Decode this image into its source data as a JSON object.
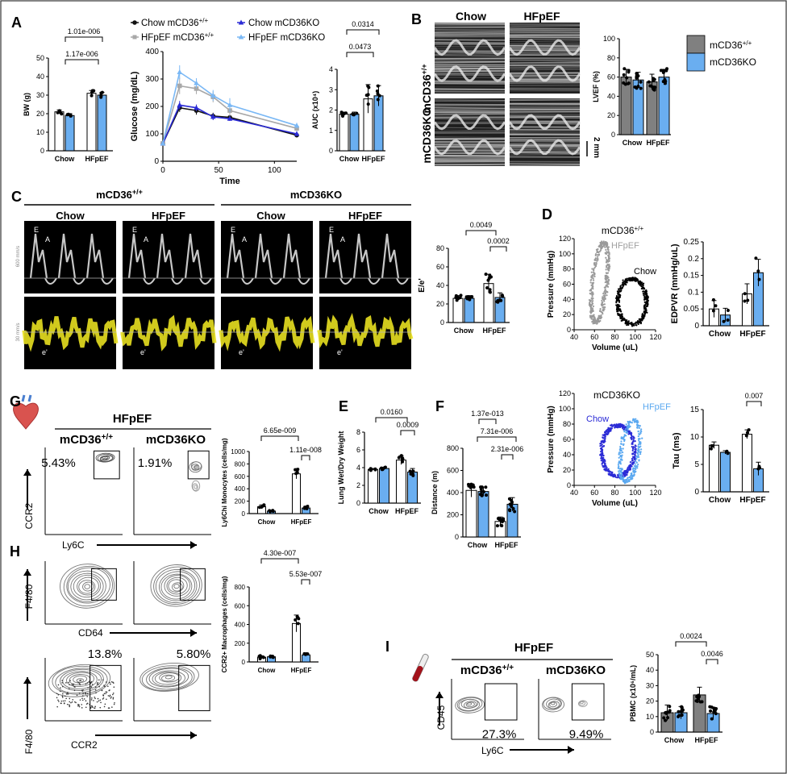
{
  "colors": {
    "wt": "#808080",
    "ko": "#6aaef0",
    "wt_light": "#a8a8a8",
    "ko_line": "#2b2bd6",
    "hf_ko_line": "#7ab8f5",
    "chow_wt": "#111111",
    "yellow": "#e8e020"
  },
  "panels": {
    "A": "A",
    "B": "B",
    "C": "C",
    "D": "D",
    "E": "E",
    "F": "F",
    "G": "G",
    "H": "H",
    "I": "I"
  },
  "common": {
    "chow": "Chow",
    "hfpef": "HFpEF",
    "wt": "mCD36+/+",
    "ko": "mCD36KO",
    "scale_bar": "2 mm"
  },
  "panel_c": {
    "wt_header": "mCD36+/+",
    "ko_header": "mCD36KO",
    "wave_E": "E",
    "wave_A": "A",
    "tissue_e": "e'",
    "scale_top": "600 mm/s",
    "scale_bottom": "30 mm/s"
  },
  "panel_d": {
    "top_title": "mCD36+/+",
    "bottom_title": "mCD36KO",
    "hf_label": "HFpEF",
    "chow_label": "Chow"
  },
  "panel_g": {
    "header": "HFpEF",
    "pct_wt": "5.43%",
    "pct_ko": "1.91%",
    "xaxis": "Ly6C",
    "yaxis": "CCR2"
  },
  "panel_h": {
    "xaxis_top": "CD64",
    "yaxis_top": "F4/80",
    "pct_wt": "13.8%",
    "pct_ko": "5.80%",
    "xaxis_bottom": "CCR2",
    "yaxis_bottom": "F4/80"
  },
  "panel_i": {
    "header": "HFpEF",
    "pct_wt": "27.3%",
    "pct_ko": "9.49%",
    "xaxis": "Ly6C",
    "yaxis": "CD45"
  },
  "chart_data": [
    {
      "id": "A-bw",
      "type": "bar",
      "categories": [
        "Chow",
        "HFpEF"
      ],
      "series": [
        {
          "name": "mCD36+/+",
          "values": [
            21,
            31
          ]
        },
        {
          "name": "mCD36KO",
          "values": [
            19,
            30
          ]
        }
      ],
      "errors": [
        [
          1,
          1.5
        ],
        [
          1,
          1.5
        ]
      ],
      "ylabel": "BW (g)",
      "ylim": [
        0,
        50
      ],
      "yticks": [
        0,
        10,
        20,
        30,
        40,
        50
      ],
      "pvalues": [
        "1.17e-006",
        "1.01e-006"
      ]
    },
    {
      "id": "A-gtt",
      "type": "line",
      "x": [
        0,
        15,
        30,
        45,
        60,
        120
      ],
      "series": [
        {
          "name": "Chow mCD36+/+",
          "values": [
            65,
            195,
            185,
            165,
            160,
            95
          ],
          "err": [
            5,
            15,
            15,
            12,
            8,
            8
          ]
        },
        {
          "name": "HFpEF mCD36+/+",
          "values": [
            65,
            275,
            265,
            235,
            185,
            120
          ],
          "err": [
            8,
            30,
            20,
            20,
            22,
            10
          ]
        },
        {
          "name": "Chow mCD36KO",
          "values": [
            65,
            205,
            195,
            162,
            155,
            100
          ],
          "err": [
            5,
            15,
            12,
            12,
            8,
            8
          ]
        },
        {
          "name": "HFpEF mCD36KO",
          "values": [
            65,
            325,
            285,
            240,
            205,
            130
          ],
          "err": [
            8,
            25,
            18,
            20,
            25,
            10
          ]
        }
      ],
      "xlabel": "Time",
      "ylabel": "Glucose (mg/dL)",
      "xlim": [
        0,
        120
      ],
      "ylim": [
        0,
        400
      ],
      "xticks": [
        0,
        50,
        100
      ],
      "yticks": [
        0,
        100,
        200,
        300,
        400
      ]
    },
    {
      "id": "A-auc",
      "type": "bar",
      "categories": [
        "Chow",
        "HFpEF"
      ],
      "series": [
        {
          "name": "mCD36+/+",
          "values": [
            1.8,
            2.55
          ]
        },
        {
          "name": "mCD36KO",
          "values": [
            1.8,
            2.7
          ]
        }
      ],
      "errors": [
        [
          0.1,
          0.7
        ],
        [
          0.1,
          0.5
        ]
      ],
      "ylabel": "AUC (x10⁴)",
      "ylim": [
        0,
        4
      ],
      "yticks": [
        0,
        1,
        2,
        3,
        4
      ],
      "pvalues": [
        "0.0473",
        "0.0314"
      ]
    },
    {
      "id": "B-lvef",
      "type": "bar",
      "categories": [
        "Chow",
        "HFpEF"
      ],
      "series": [
        {
          "name": "mCD36+/+",
          "values": [
            60,
            55
          ]
        },
        {
          "name": "mCD36KO",
          "values": [
            57,
            60
          ]
        }
      ],
      "errors": [
        [
          8,
          8
        ],
        [
          8,
          8
        ]
      ],
      "ylabel": "LVEF (%)",
      "ylim": [
        0,
        100
      ],
      "yticks": [
        0,
        20,
        40,
        60,
        80,
        100
      ],
      "pvalues": []
    },
    {
      "id": "C-ee",
      "type": "bar",
      "categories": [
        "Chow",
        "HFpEF"
      ],
      "series": [
        {
          "name": "mCD36+/+",
          "values": [
            26,
            42
          ]
        },
        {
          "name": "mCD36KO",
          "values": [
            26,
            27
          ]
        }
      ],
      "errors": [
        [
          3,
          10
        ],
        [
          3,
          5
        ]
      ],
      "ylabel": "E/e'",
      "ylim": [
        0,
        80
      ],
      "yticks": [
        0,
        20,
        40,
        60,
        80
      ],
      "pvalues": [
        "0.0049",
        "0.0002"
      ]
    },
    {
      "id": "D-pv-wt",
      "type": "scatter",
      "xlabel": "Volume (uL)",
      "ylabel": "Pressure (mmHg)",
      "xlim": [
        40,
        120
      ],
      "ylim": [
        0,
        120
      ],
      "xticks": [
        40,
        60,
        80,
        100,
        120
      ],
      "yticks": [
        0,
        20,
        40,
        60,
        80,
        100,
        120
      ]
    },
    {
      "id": "D-edpvr",
      "type": "bar",
      "categories": [
        "Chow",
        "HFpEF"
      ],
      "series": [
        {
          "name": "mCD36+/+",
          "values": [
            0.05,
            0.095
          ]
        },
        {
          "name": "mCD36KO",
          "values": [
            0.032,
            0.158
          ]
        }
      ],
      "errors": [
        [
          0.025,
          0.03
        ],
        [
          0.02,
          0.04
        ]
      ],
      "ylabel": "EDPVR (mmHg/uL)",
      "ylim": [
        0,
        0.25
      ],
      "yticks": [
        0,
        0.05,
        0.1,
        0.15,
        0.2,
        0.25
      ],
      "pvalues": []
    },
    {
      "id": "D-pv-ko",
      "type": "scatter",
      "xlabel": "Volume (uL)",
      "ylabel": "Pressure (mmHg)",
      "xlim": [
        40,
        120
      ],
      "ylim": [
        0,
        120
      ],
      "xticks": [
        40,
        60,
        80,
        100,
        120
      ],
      "yticks": [
        0,
        20,
        40,
        60,
        80,
        100,
        120
      ]
    },
    {
      "id": "D-tau",
      "type": "bar",
      "categories": [
        "Chow",
        "HFpEF"
      ],
      "series": [
        {
          "name": "mCD36+/+",
          "values": [
            8.5,
            10.5
          ]
        },
        {
          "name": "mCD36KO",
          "values": [
            7.2,
            4.2
          ]
        }
      ],
      "errors": [
        [
          0.6,
          0.8
        ],
        [
          0.3,
          1.2
        ]
      ],
      "ylabel": "Tau (ms)",
      "ylim": [
        0,
        15
      ],
      "yticks": [
        0,
        5,
        10,
        15
      ],
      "pvalues": [
        "0.007"
      ]
    },
    {
      "id": "G-ly6c",
      "type": "bar",
      "categories": [
        "Chow",
        "HFpEF"
      ],
      "series": [
        {
          "name": "mCD36+/+",
          "values": [
            110,
            640
          ]
        },
        {
          "name": "mCD36KO",
          "values": [
            40,
            90
          ]
        }
      ],
      "errors": [
        [
          30,
          80
        ],
        [
          10,
          30
        ]
      ],
      "ylabel": "Ly6Chi Monocytes (cells/mg)",
      "ylim": [
        0,
        1000
      ],
      "yticks": [
        0,
        200,
        400,
        600,
        800,
        1000
      ],
      "pvalues": [
        "6.65e-009",
        "1.11e-008"
      ]
    },
    {
      "id": "E-lung",
      "type": "bar",
      "categories": [
        "Chow",
        "HFpEF"
      ],
      "series": [
        {
          "name": "mCD36+/+",
          "values": [
            3.8,
            4.85
          ]
        },
        {
          "name": "mCD36KO",
          "values": [
            3.9,
            3.5
          ]
        }
      ],
      "errors": [
        [
          0.1,
          0.5
        ],
        [
          0.15,
          0.4
        ]
      ],
      "ylabel": "Lung Wet/Dry Weight",
      "ylim": [
        0,
        8
      ],
      "yticks": [
        0,
        2,
        4,
        6,
        8
      ],
      "pvalues": [
        "0.0160",
        "0.0009"
      ]
    },
    {
      "id": "F-dist",
      "type": "bar",
      "categories": [
        "Chow",
        "HFpEF"
      ],
      "series": [
        {
          "name": "mCD36+/+",
          "values": [
            420,
            140
          ]
        },
        {
          "name": "mCD36KO",
          "values": [
            410,
            295
          ]
        }
      ],
      "errors": [
        [
          60,
          40
        ],
        [
          40,
          60
        ]
      ],
      "ylabel": "Distance (m)",
      "ylim": [
        0,
        800
      ],
      "yticks": [
        0,
        200,
        400,
        600,
        800
      ],
      "pvalues": [
        "1.37e-013",
        "7.31e-006",
        "2.31e-006"
      ]
    },
    {
      "id": "H-ccr2",
      "type": "bar",
      "categories": [
        "Chow",
        "HFpEF"
      ],
      "series": [
        {
          "name": "mCD36+/+",
          "values": [
            50,
            410
          ]
        },
        {
          "name": "mCD36KO",
          "values": [
            55,
            75
          ]
        }
      ],
      "errors": [
        [
          15,
          90
        ],
        [
          10,
          15
        ]
      ],
      "ylabel": "CCR2+ Macrophages (cells/mg)",
      "ylim": [
        0,
        800
      ],
      "yticks": [
        0,
        200,
        400,
        600,
        800
      ],
      "pvalues": [
        "4.30e-007",
        "5.53e-007"
      ]
    },
    {
      "id": "I-pbmc",
      "type": "bar",
      "categories": [
        "Chow",
        "HFpEF"
      ],
      "series": [
        {
          "name": "mCD36+/+",
          "values": [
            12.5,
            24
          ]
        },
        {
          "name": "mCD36KO",
          "values": [
            12.5,
            12
          ]
        }
      ],
      "errors": [
        [
          5,
          5
        ],
        [
          4,
          4
        ]
      ],
      "ylabel": "PBMC (x10⁶/mL)",
      "ylim": [
        0,
        50
      ],
      "yticks": [
        0,
        10,
        20,
        30,
        40,
        50
      ],
      "pvalues": [
        "0.0024",
        "0.0046"
      ]
    }
  ]
}
